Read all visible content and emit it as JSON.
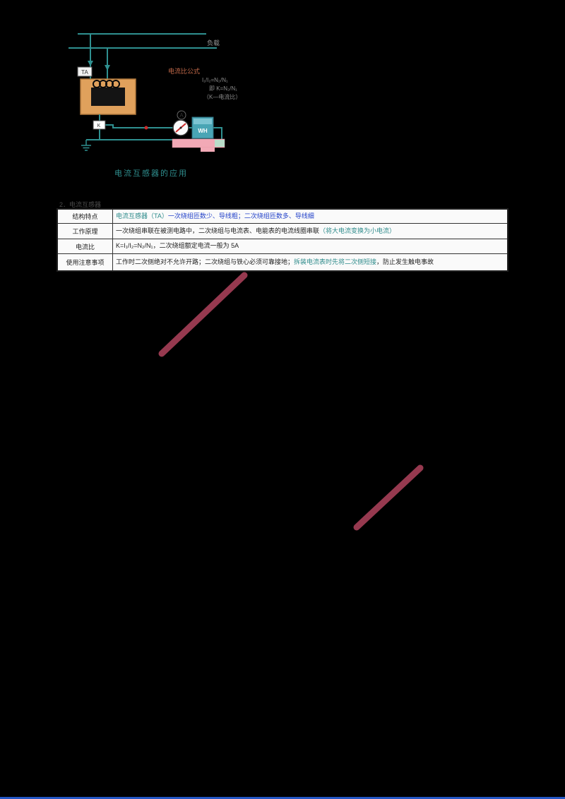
{
  "palette": {
    "wire": "#2f9090",
    "core": "#e0a15c",
    "core-border": "#b0793c",
    "meter": "#49a5b5",
    "needle": "#cc2b2b",
    "caption": "#2f8f8f",
    "pink": "#f2a9b6",
    "annotation": "#96394f",
    "edge": "#2456c4"
  },
  "diagram": {
    "caption": "电流互感器的应用",
    "labels": {
      "load": "负载",
      "device": "TA",
      "secondary_box": "K",
      "ammeter": "A",
      "wh_meter": "WH",
      "formula_title": "电流比公式",
      "formula_line1": "I₁/I₂=N₂/N₁",
      "formula_line2": "即 K=N₂/N₁",
      "formula_line3": "（K—电流比）"
    }
  },
  "section_heading": "2．电流互感器",
  "table": {
    "rows": [
      {
        "label": "结构特点",
        "segments": [
          {
            "text": "电流互感器（TA）",
            "color": "#2e8b8b"
          },
          {
            "text": "一次绕组匝数少、导线粗；二次绕组匝数多、导线细",
            "color": "#2443c9"
          }
        ]
      },
      {
        "label": "工作原理",
        "segments": [
          {
            "text": "一次绕组串联在被测电路中，二次绕组与电流表、电能表的电流线圈串联",
            "color": "#222222"
          },
          {
            "text": "（将大电流变换为小电流）",
            "color": "#2e8b8b"
          }
        ]
      },
      {
        "label": "电流比",
        "segments": [
          {
            "text": "K=I₁/I₂=N₂/N₁，二次绕组额定电流一般为 5A",
            "color": "#222222"
          }
        ]
      },
      {
        "label": "使用注意事项",
        "segments": [
          {
            "text": "工作时二次侧绝对不允许开路；二次绕组与铁心必须可靠接地；",
            "color": "#222222"
          },
          {
            "text": "拆装电流表时先将二次侧短接",
            "color": "#2e8b8b"
          },
          {
            "text": "，防止发生触电事故",
            "color": "#222222"
          }
        ]
      }
    ]
  }
}
